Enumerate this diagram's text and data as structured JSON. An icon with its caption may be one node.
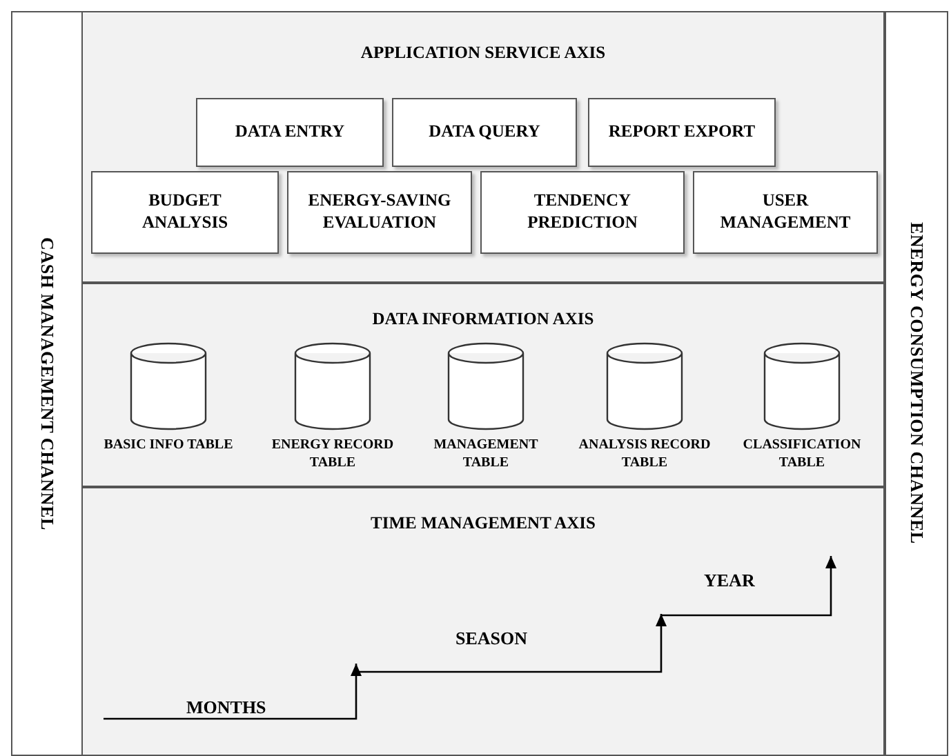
{
  "diagram": {
    "nodes": [
      {
        "text": [
          "CASH MANAGEMENT CHANNEL"
        ]
      },
      {
        "text": [
          "APPLICATION SERVICE AXIS"
        ]
      },
      {
        "text": [
          "DATA ENTRY"
        ],
        "in": 1
      },
      {
        "text": [
          "DATA QUERY"
        ],
        "in": 1
      },
      {
        "text": [
          "REPORT EXPORT"
        ],
        "in": 1
      },
      {
        "text": [
          "BUDGET ANALYSIS"
        ],
        "in": 1
      },
      {
        "text": [
          "ENERGY-SAVING EVALUATION"
        ],
        "in": 1
      },
      {
        "text": [
          "TENDENCY PREDICTION"
        ],
        "in": 1
      },
      {
        "text": [
          "USER MANAGEMENT"
        ],
        "in": 1
      },
      {
        "text": [
          "DATA INFORMATION AXIS"
        ]
      },
      {
        "text": [
          "BASIC INFO TABLE"
        ],
        "in": 9
      },
      {
        "text": [
          "ENERGY RECORD TABLE"
        ],
        "in": 9
      },
      {
        "text": [
          "MANAGEMENT TABLE"
        ],
        "in": 9
      },
      {
        "text": [
          "ANALYSIS RECORD TABLE"
        ],
        "in": 9
      },
      {
        "text": [
          "CLASSIFICATION TABLE"
        ],
        "in": 9
      },
      {
        "text": [
          "TIME MANAGEMENT AXIS"
        ]
      },
      {
        "text": [
          "ENERGY CONSUMPTION CHANNEL"
        ]
      }
    ],
    "labels": [
      "MONTHS",
      "SEASON",
      "YEAR"
    ]
  }
}
